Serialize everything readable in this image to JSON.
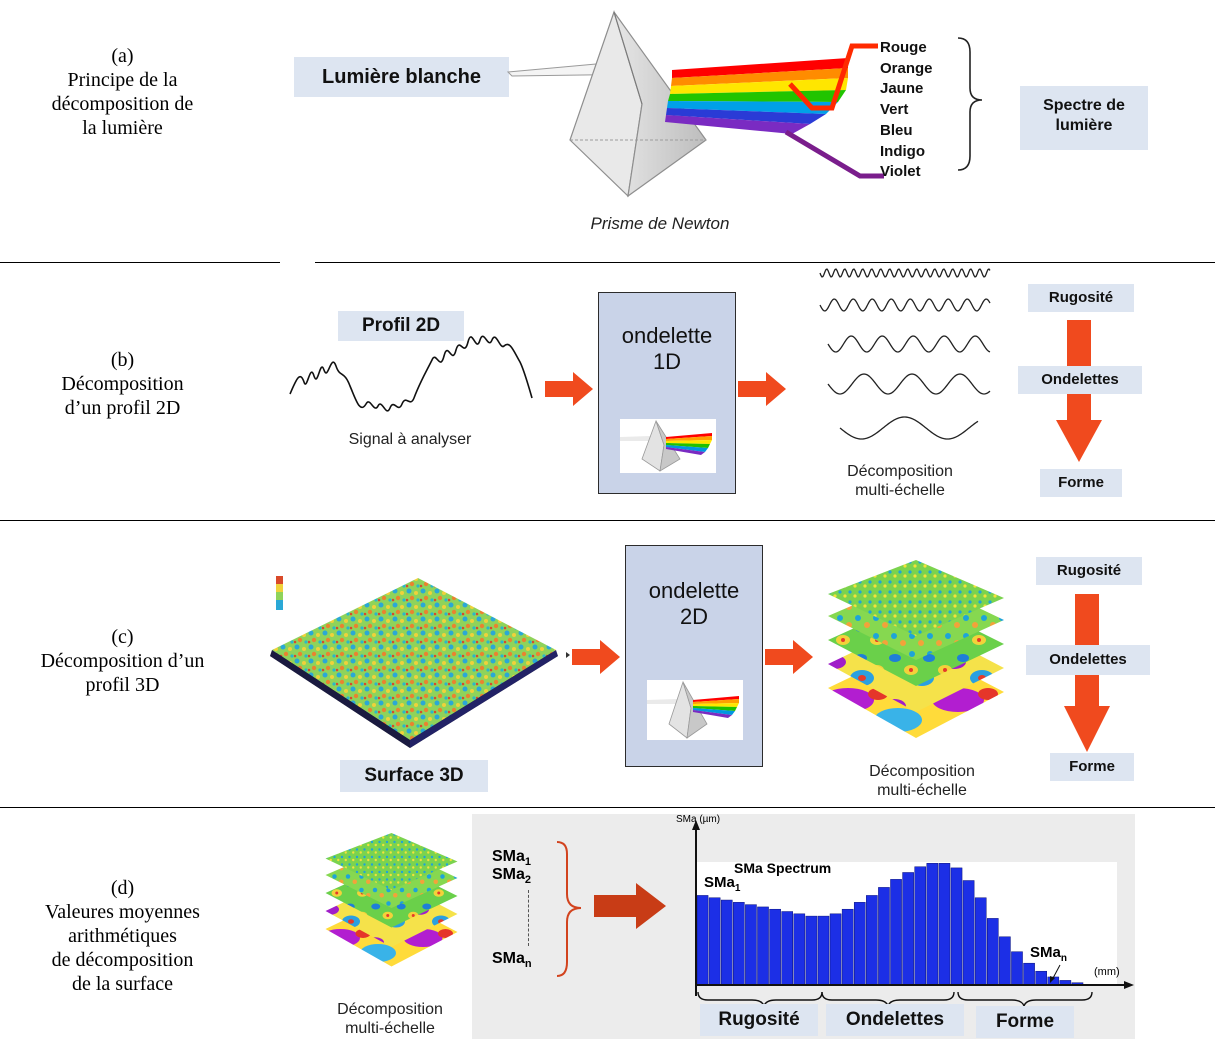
{
  "row_a": {
    "tag": "(a)",
    "title_lines": [
      "Principe de la",
      "décomposition de",
      "la lumière"
    ],
    "white_light": "Lumière blanche",
    "colors": [
      "Rouge",
      "Orange",
      "Jaune",
      "Vert",
      "Bleu",
      "Indigo",
      "Violet"
    ],
    "spectrum_label_lines": [
      "Spectre de",
      "lumière"
    ],
    "prism_caption": "Prisme de Newton"
  },
  "row_b": {
    "tag": "(b)",
    "title_lines": [
      "Décomposition",
      "d’un profil 2D"
    ],
    "profile_label": "Profil 2D",
    "signal_caption": "Signal à analyser",
    "wavelet_lines": [
      "ondelette",
      "1D"
    ],
    "decomp_lines": [
      "Décomposition",
      "multi-échelle"
    ],
    "scale_labels": [
      "Rugosité",
      "Ondelettes",
      "Forme"
    ]
  },
  "row_c": {
    "tag": "(c)",
    "title_lines": [
      "Décomposition d’un",
      "profil 3D"
    ],
    "surface_label": "Surface 3D",
    "wavelet_lines": [
      "ondelette",
      "2D"
    ],
    "decomp_lines": [
      "Décomposition",
      "multi-échelle"
    ],
    "scale_labels": [
      "Rugosité",
      "Ondelettes",
      "Forme"
    ]
  },
  "row_d": {
    "tag": "(d)",
    "title_lines": [
      "Valeures moyennes",
      "arithmétiques",
      "de décomposition",
      "de la surface"
    ],
    "decomp_lines": [
      "Décomposition",
      "multi-échelle"
    ],
    "list_first": "SMa",
    "list_first_sub": "1",
    "list_second": "SMa",
    "list_second_sub": "2",
    "list_last": "SMa",
    "list_last_sub": "n",
    "chart_ylabel": "SMa (µm)",
    "chart_xlabel": "(mm)",
    "chart_title": "SMa Spectrum",
    "first_bar_label": "SMa",
    "first_bar_sub": "1",
    "last_bar_label": "SMa",
    "last_bar_sub": "n",
    "range_labels": [
      "Rugosité",
      "Ondelettes",
      "Forme"
    ]
  },
  "colors": {
    "arrow": "#f04a1e",
    "label_box": "#dde5f1",
    "wavelet_box": "#c9d3e8",
    "bar": "#1c2fe6",
    "red_line": "#ff2a00",
    "violet_line": "#7a1d8c"
  },
  "chart_data": {
    "type": "bar",
    "title": "SMa Spectrum",
    "ylabel": "SMa (µm)",
    "xlabel": "(mm)",
    "values": [
      0.78,
      0.76,
      0.74,
      0.72,
      0.7,
      0.68,
      0.66,
      0.64,
      0.62,
      0.6,
      0.6,
      0.62,
      0.66,
      0.72,
      0.78,
      0.85,
      0.92,
      0.98,
      1.03,
      1.06,
      1.06,
      1.02,
      0.91,
      0.76,
      0.58,
      0.42,
      0.29,
      0.19,
      0.12,
      0.07,
      0.04,
      0.02
    ],
    "ylim": [
      0,
      1.35
    ]
  }
}
